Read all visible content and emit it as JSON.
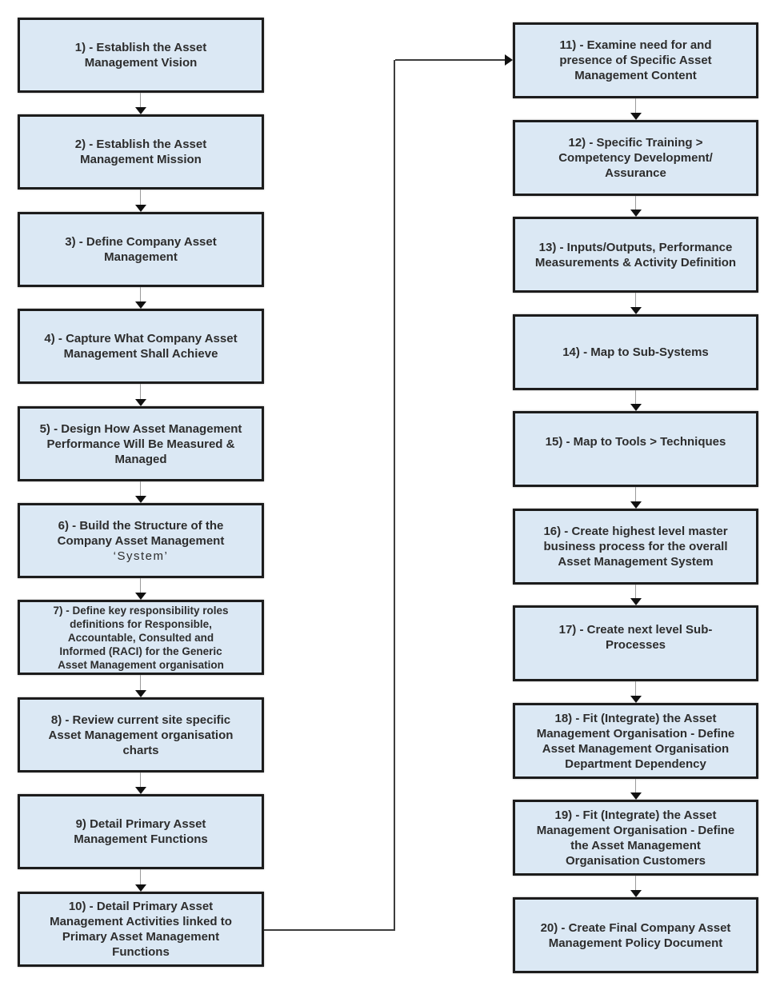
{
  "colors": {
    "box_fill": "#dbe8f4",
    "box_border": "#1c1c1c",
    "box_text": "#2d2d2d",
    "connector_light": "#9b9b9b",
    "connector_dark": "#3c3c3c",
    "arrowhead": "#111111"
  },
  "boxes": [
    {
      "id": "1",
      "label": "1) - Establish the Asset\nManagement Vision"
    },
    {
      "id": "2",
      "label": "2) - Establish the Asset\nManagement Mission"
    },
    {
      "id": "3",
      "label": "3) - Define Company Asset\nManagement"
    },
    {
      "id": "4",
      "label": "4) - Capture What Company Asset\nManagement Shall Achieve"
    },
    {
      "id": "5",
      "label": "5) - Design How Asset Management\nPerformance Will Be Measured &\nManaged"
    },
    {
      "id": "6",
      "label": "6) - Build the Structure of the\nCompany Asset Management",
      "sublabel": "‘System’"
    },
    {
      "id": "7",
      "label": "7) - Define key responsibility roles\ndefinitions for Responsible,\nAccountable, Consulted and\nInformed (RACI) for the Generic\nAsset Management organisation"
    },
    {
      "id": "8",
      "label": "8) - Review current site specific\nAsset Management organisation\ncharts"
    },
    {
      "id": "9",
      "label": "9) Detail Primary Asset\nManagement Functions"
    },
    {
      "id": "10",
      "label": "10) - Detail Primary Asset\nManagement Activities linked to\nPrimary Asset Management\nFunctions"
    },
    {
      "id": "11",
      "label": "11) - Examine need for and\npresence of Specific Asset\nManagement Content"
    },
    {
      "id": "12",
      "label": "12) - Specific Training >\nCompetency Development/\nAssurance"
    },
    {
      "id": "13",
      "label": "13) - Inputs/Outputs, Performance\nMeasurements & Activity Definition"
    },
    {
      "id": "14",
      "label": "14) - Map to Sub-Systems"
    },
    {
      "id": "15",
      "label": "15) - Map to Tools > Techniques"
    },
    {
      "id": "16",
      "label": "16) - Create highest level master\nbusiness process for the overall\nAsset Management System"
    },
    {
      "id": "17",
      "label": "17) - Create next level Sub-\nProcesses"
    },
    {
      "id": "18",
      "label": "18) - Fit (Integrate) the Asset\nManagement Organisation - Define\nAsset Management Organisation\nDepartment Dependency"
    },
    {
      "id": "19",
      "label": "19) - Fit (Integrate) the Asset\nManagement Organisation - Define\nthe Asset Management\nOrganisation Customers"
    },
    {
      "id": "20",
      "label": "20) - Create Final Company Asset\nManagement Policy Document"
    }
  ]
}
